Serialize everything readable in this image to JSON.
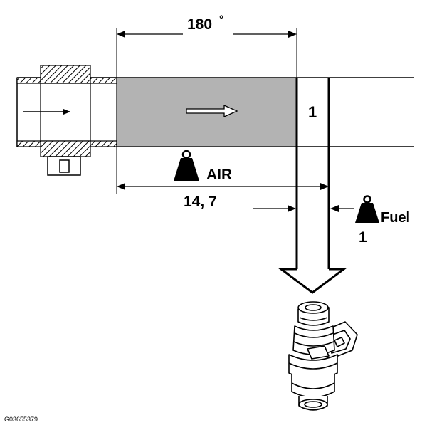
{
  "diagram": {
    "angle_label": "180",
    "angle_unit": "°",
    "cylinder_label": "1",
    "air_label": "AIR",
    "ratio_label": "14, 7",
    "fuel_label": "Fuel",
    "fuel_ratio_label": "1",
    "figure_code": "G03655379"
  },
  "colors": {
    "line": "#000000",
    "fill_gray": "#b3b3b3",
    "background": "#ffffff"
  }
}
